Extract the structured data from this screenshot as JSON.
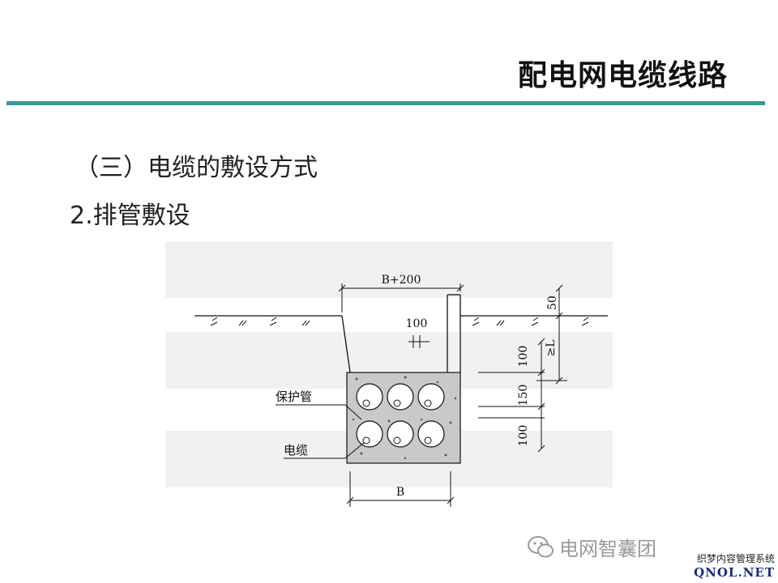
{
  "slide": {
    "title": "配电网电缆线路",
    "section_heading": "（三）电缆的敷设方式",
    "sub_heading": "2.排管敷设"
  },
  "diagram": {
    "dims": {
      "width_top": "B+200",
      "spacing": "100",
      "top_cover": "50",
      "depth": "≥L",
      "upper": "100",
      "middle": "150",
      "lower": "100",
      "width_bottom": "B"
    },
    "labels": {
      "pipe": "保护管",
      "cable": "电缆"
    }
  },
  "watermark": {
    "text": "电网智囊团"
  },
  "corner": {
    "cn": "织梦内容管理系统",
    "en": "QNOL.NET"
  },
  "colors": {
    "rule": "#3a9a96",
    "brand_blue": "#1b2a8a"
  }
}
